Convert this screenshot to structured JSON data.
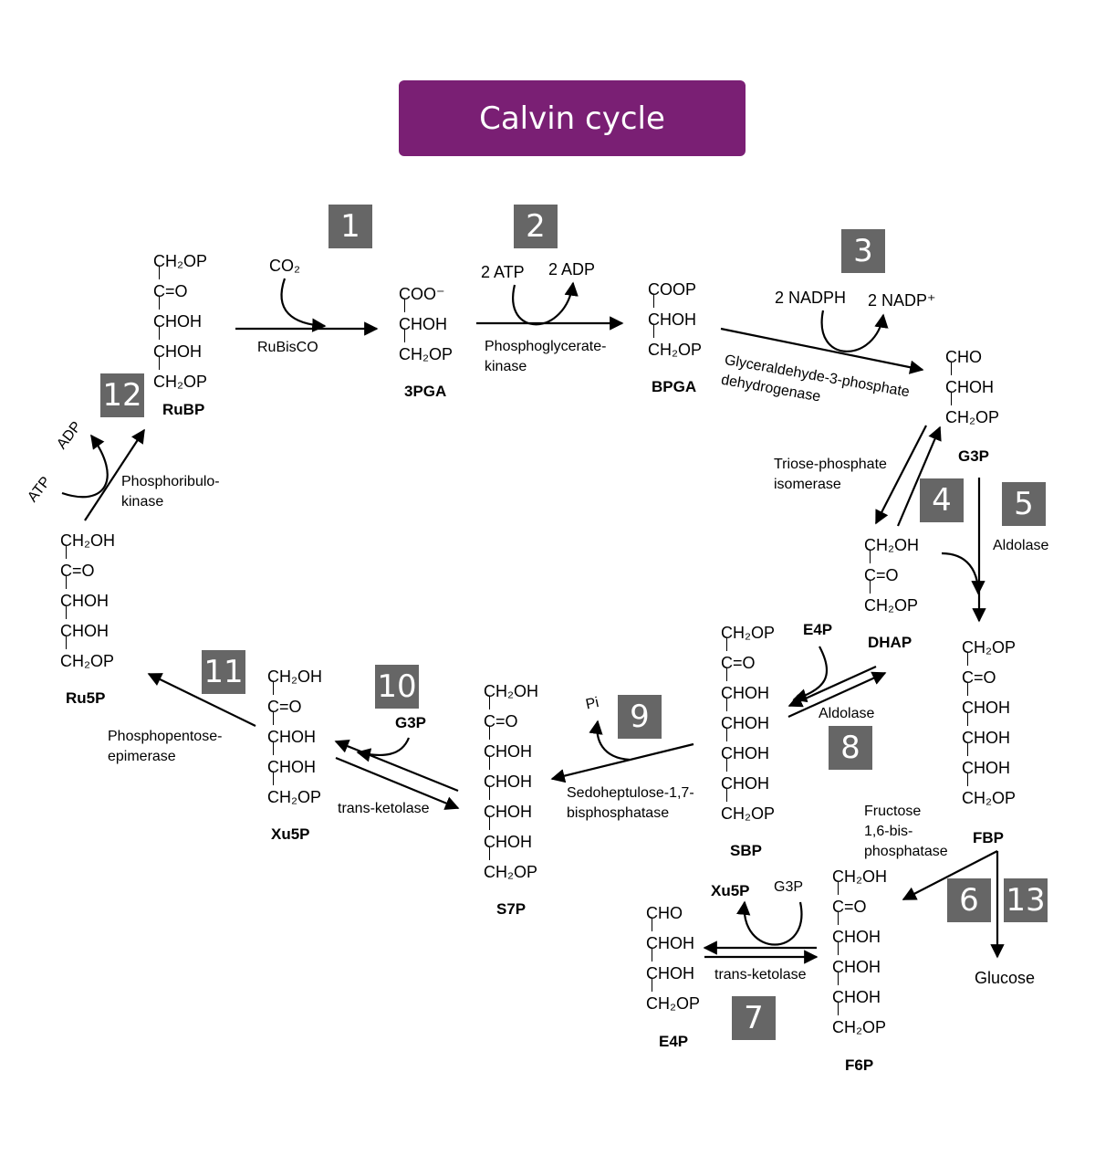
{
  "title": "Calvin cycle",
  "badges": [
    "1",
    "2",
    "3",
    "4",
    "5",
    "6",
    "7",
    "8",
    "9",
    "10",
    "11",
    "12",
    "13"
  ],
  "molecules": {
    "rubp": {
      "groups": [
        "CH₂OP",
        "C=O",
        "CHOH",
        "CHOH",
        "CH₂OP"
      ],
      "name": "RuBP"
    },
    "pga3": {
      "groups": [
        "COO⁻",
        "CHOH",
        "CH₂OP"
      ],
      "name": "3PGA"
    },
    "bpga": {
      "groups": [
        "COOP",
        "CHOH",
        "CH₂OP"
      ],
      "name": "BPGA"
    },
    "g3p": {
      "groups": [
        "CHO",
        "CHOH",
        "CH₂OP"
      ],
      "name": "G3P"
    },
    "dhap": {
      "groups": [
        "CH₂OH",
        "C=O",
        "CH₂OP"
      ],
      "name": "DHAP"
    },
    "fbp": {
      "groups": [
        "CH₂OP",
        "C=O",
        "CHOH",
        "CHOH",
        "CHOH",
        "CH₂OP"
      ],
      "name": "FBP"
    },
    "sbp": {
      "groups": [
        "CH₂OP",
        "C=O",
        "CHOH",
        "CHOH",
        "CHOH",
        "CHOH",
        "CH₂OP"
      ],
      "name": "SBP"
    },
    "s7p": {
      "groups": [
        "CH₂OH",
        "C=O",
        "CHOH",
        "CHOH",
        "CHOH",
        "CHOH",
        "CH₂OP"
      ],
      "name": "S7P"
    },
    "xu5p": {
      "groups": [
        "CH₂OH",
        "C=O",
        "CHOH",
        "CHOH",
        "CH₂OP"
      ],
      "name": "Xu5P"
    },
    "ru5p": {
      "groups": [
        "CH₂OH",
        "C=O",
        "CHOH",
        "CHOH",
        "CH₂OP"
      ],
      "name": "Ru5P"
    },
    "f6p": {
      "groups": [
        "CH₂OH",
        "C=O",
        "CHOH",
        "CHOH",
        "CHOH",
        "CH₂OP"
      ],
      "name": "F6P"
    },
    "e4p": {
      "groups": [
        "CHO",
        "CHOH",
        "CHOH",
        "CH₂OP"
      ],
      "name": "E4P"
    }
  },
  "labels": {
    "co2": "CO₂",
    "rubisco": "RuBisCO",
    "atp2": "2 ATP",
    "adp2": "2 ADP",
    "pgk": "Phosphoglycerate-\nkinase",
    "nadph": "2 NADPH",
    "nadp": "2 NADP⁺",
    "gapdh": "Glyceraldehyde-3-phosphate\ndehydrogenase",
    "tpi": "Triose-phosphate\nisomerase",
    "aldolase5": "Aldolase",
    "aldolase8": "Aldolase",
    "e4p_in": "E4P",
    "fbpase": "Fructose\n1,6-bis-\nphosphatase",
    "glucose": "Glucose",
    "xu5p_out": "Xu5P",
    "g3p_in7": "G3P",
    "transketolase7": "trans-ketolase",
    "pi": "Pi",
    "sbpase": "Sedoheptulose-1,7-\nbisphosphatase",
    "g3p_in10": "G3P",
    "transketolase10": "trans-ketolase",
    "epimerase": "Phosphopentose-\nepimerase",
    "atp": "ATP",
    "adp": "ADP",
    "prk": "Phosphoribulo-\nkinase"
  }
}
